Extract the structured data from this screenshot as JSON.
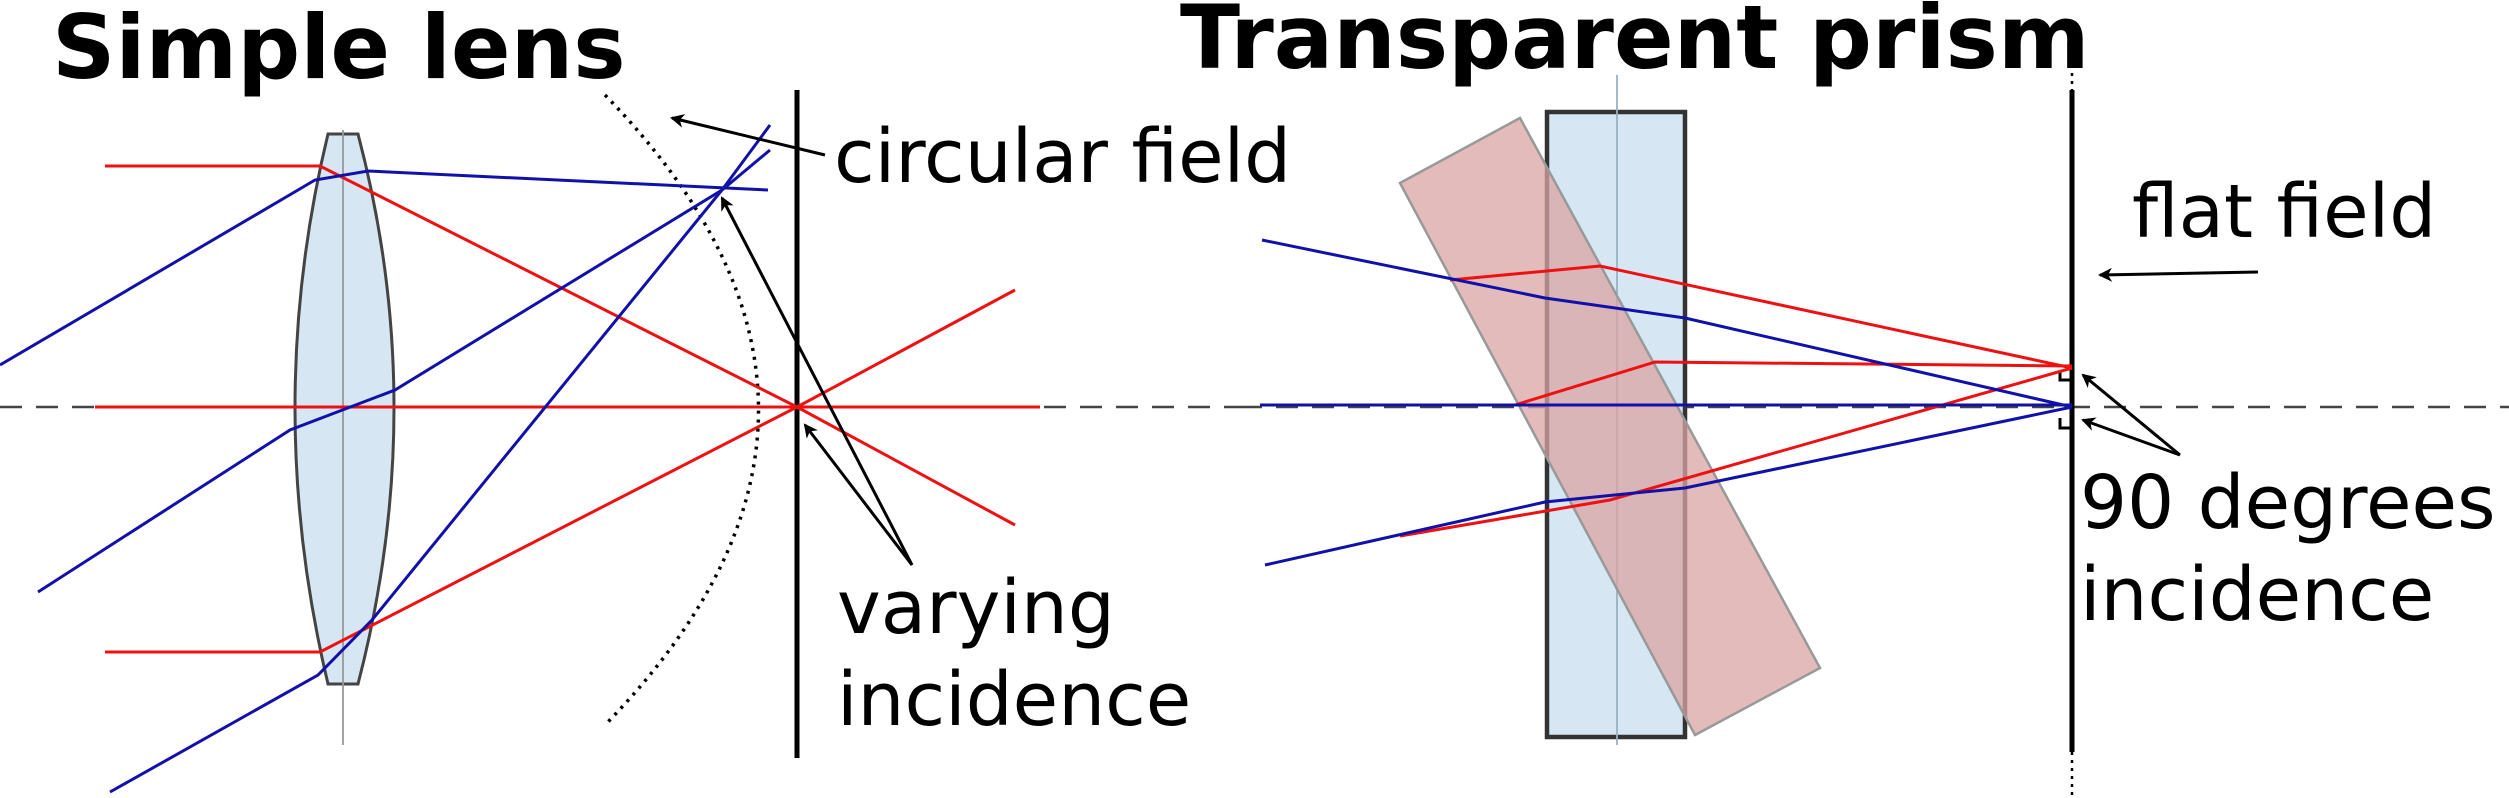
{
  "titles": {
    "left": "Simple lens",
    "right": "Transparent prism"
  },
  "labels": {
    "circular_field": "circular field",
    "varying_1": "varying",
    "varying_2": "incidence",
    "flat_field": "flat field",
    "ninety_1": "90 degrees",
    "ninety_2": "incidence"
  },
  "colors": {
    "red_ray": "#ee1111",
    "blue_ray": "#1111aa",
    "lens_fill": "#d6e6f2",
    "prism_fill": "#d9a4a4",
    "axis": "#444444"
  }
}
